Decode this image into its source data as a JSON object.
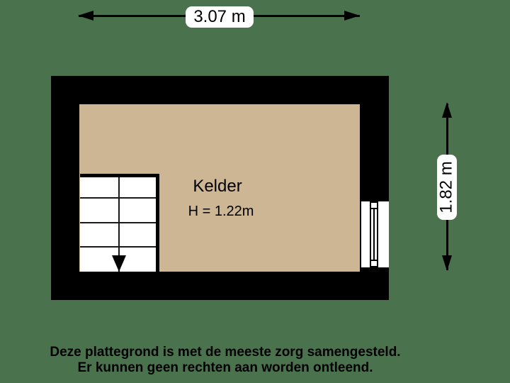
{
  "room": {
    "name": "Kelder",
    "height_note": "H = 1.22m"
  },
  "dimensions": {
    "width_label": "3.07 m",
    "height_label": "1.82 m"
  },
  "disclaimer": {
    "line1": "Deze plattegrond is met de meeste zorg samengesteld.",
    "line2": "Er kunnen geen rechten aan worden ontleend."
  },
  "icons": {
    "stairs_direction": "down-arrow"
  },
  "colors": {
    "background": "#4a724d",
    "floor": "#cdb694",
    "wall": "#000000",
    "paper": "#ffffff"
  }
}
